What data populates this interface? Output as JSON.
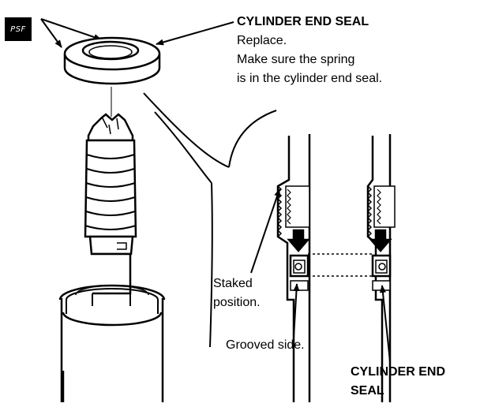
{
  "badge": {
    "text": "PSF"
  },
  "callouts": {
    "seal_title": "CYLINDER END SEAL",
    "seal_note_1": "Replace.",
    "seal_note_2": "Make sure the spring",
    "seal_note_3": "is in the cylinder end seal.",
    "staked_1": "Staked",
    "staked_2": "position.",
    "grooved": "Grooved side.",
    "bottom_title_1": "CYLINDER END",
    "bottom_title_2": "SEAL"
  },
  "colors": {
    "ink": "#000000",
    "paper": "#ffffff"
  }
}
